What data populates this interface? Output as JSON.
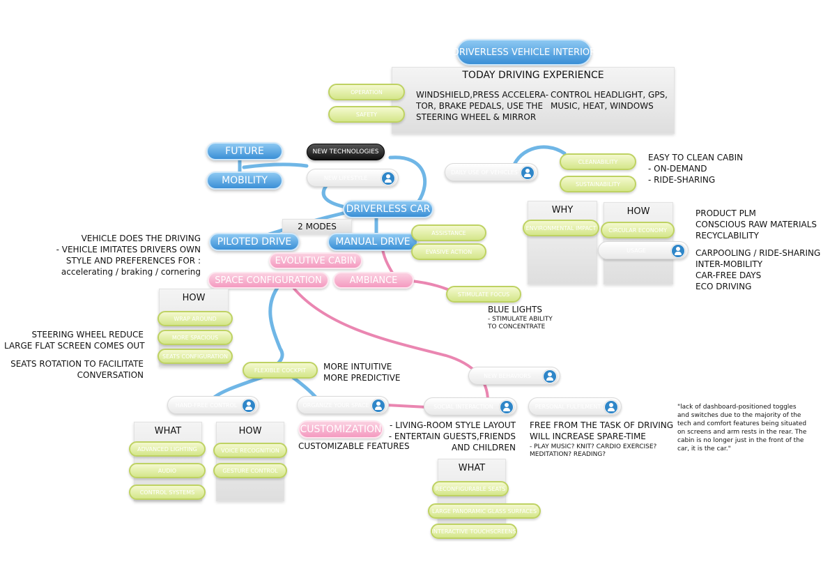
{
  "title": "DRIVERLESS VEHICLE INTERIOR",
  "panels": {
    "today": {
      "header": "TODAY DRIVING EXPERIENCE",
      "left_text": "WINDSHIELD,PRESS ACCELERA-\nTOR, BRAKE PEDALS, USE THE\nSTEERING WHEEL & MIRROR",
      "right_text": "CONTROL HEADLIGHT, GPS,\nMUSIC, HEAT, WINDOWS"
    },
    "two_modes": "2 MODES",
    "why": "WHY",
    "how_right": "HOW",
    "how_left": "HOW",
    "what_left": "WHAT",
    "how_bottom": "HOW",
    "what_bottom": "WHAT"
  },
  "nodes": {
    "operation": "OPERATION",
    "safety": "SAFETY",
    "future": "FUTURE",
    "mobility": "MOBILITY",
    "new_technologies": "NEW TECHNOLOGIES",
    "new_lifestyle": "NEW LIFESTYLE",
    "driverless_car": "DRIVERLESS CAR",
    "daily_use": "DAILY USE OF VEHICLES",
    "cleanability": "CLEANABILITY",
    "sustainability": "SUSTAINABILITY",
    "environmental_impact": "ENVIRONMENTAL IMPACT",
    "circular_economy": "CIRCULAR ECONOMY",
    "usage": "USAGE",
    "piloted_drive": "PILOTED DRIVE",
    "manual_drive": "MANUAL DRIVE",
    "assistance": "ASSISTANCE",
    "evasive_action": "EVASIVE ACTION",
    "evolutive_cabin": "EVOLUTIVE CABIN",
    "space_configuration": "SPACE CONFIGURATION",
    "ambiance": "AMBIANCE",
    "stimulate_focus": "STIMULATE  FOCUS",
    "wrap_around": "WRAP AROUND",
    "more_spacious": "MORE SPACIOUS",
    "seats_configuration": "SEATS CONFIGURATION",
    "flexible_cockpit": "FLEXIBLE COCKPIT",
    "new_behaviors": "NEW BEHAVIORS",
    "hand_free_control": "HAND-FREE CONTROL",
    "organize_your_space": "ORGANIZE YOUR SPACE",
    "social_interaction": "SOCIAL INTERACTION",
    "personal_fulfilment": "PERSONAL FULFILMENT",
    "customization": "CUSTOMIZATION",
    "advanced_lighting": "ADVANCED LIGHTING",
    "audio": "AUDIO",
    "control_systems": "CONTROL SYSTEMS",
    "voice_recognition": "VOICE RECOGNITION",
    "gesture_control": "GESTURE CONTROL",
    "reconfigurable_seats": "RECONFIGURABLE SEATS",
    "panoramic_glass": "LARGE PANORAMIC GLASS SURFACES",
    "touchscreens": "INTERACTIVE TOUCHSCREENS"
  },
  "notes": {
    "easy_clean": "EASY TO CLEAN CABIN\n- ON-DEMAND\n- RIDE-SHARING",
    "product_plm": "PRODUCT PLM\nCONSCIOUS RAW MATERIALS\nRECYCLABILITY",
    "carpooling": "CARPOOLING / RIDE-SHARING\nINTER-MOBILITY\nCAR-FREE DAYS\nECO DRIVING",
    "vehicle_driving": "VEHICLE DOES THE DRIVING\n- VEHICLE IMITATES DRIVERS OWN\nSTYLE AND PREFERENCES FOR :\naccelerating / braking / cornering",
    "blue_lights": "BLUE LIGHTS",
    "blue_lights_sub": "- STIMULATE ABILITY\nTO CONCENTRATE",
    "steering": "STEERING WHEEL REDUCE\nLARGE FLAT SCREEN COMES OUT",
    "seats_rotation": "SEATS ROTATION TO FACILITATE\nCONVERSATION",
    "intuitive": "MORE INTUITIVE\nMORE PREDICTIVE",
    "living_room": "- LIVING-ROOM STYLE LAYOUT\n- ENTERTAIN GUESTS,FRIENDS\nAND CHILDREN",
    "customizable": "CUSTOMIZABLE FEATURES",
    "free_task": "FREE FROM THE TASK OF DRIVING\nWILL INCREASE SPARE-TIME",
    "free_task_sub": "- PLAY MUSIC? KNIT? CARDIO EXERCISE?\nMEDITATION? READING?",
    "quote": "\"lack of dashboard-positioned toggles\nand switches due to the majority of the\ntech and comfort features being situated\non screens and arm rests in the rear. The\ncabin is no longer just in the front of the\ncar, it is the car.\""
  },
  "colors": {
    "blue_link": "#6fb6e6",
    "pink_link": "#ea86b1",
    "green_border": "#bed262",
    "blue_node": "#3a8fd6"
  },
  "icons": [
    "user-icon"
  ]
}
